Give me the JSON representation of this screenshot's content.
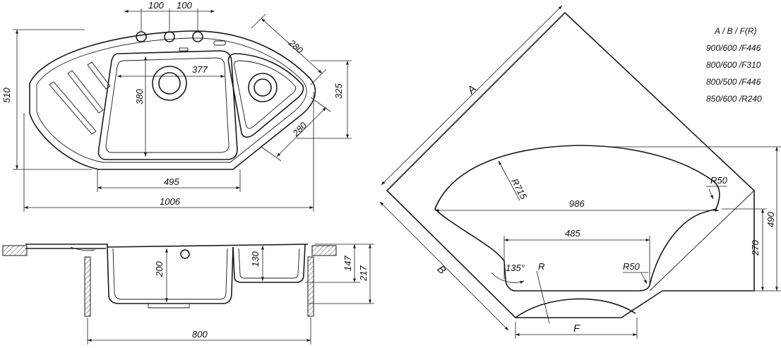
{
  "top_view": {
    "dim_tap_1": "100",
    "dim_tap_2": "100",
    "dim_bowl_diag": "280",
    "dim_bowl_width": "377",
    "dim_bowl_depth": "380",
    "dim_side_depth": "325",
    "dim_side_diag": "280",
    "dim_total_depth": "510",
    "dim_bottom_width": "495",
    "dim_total_width": "1006"
  },
  "section_view": {
    "dim_bowl_height": "200",
    "dim_small_height": "130",
    "dim_rim_height_1": "147",
    "dim_rim_height_2": "217",
    "dim_cabinet_width": "800"
  },
  "cabinet_view": {
    "label_a": "A",
    "label_b": "B",
    "label_f": "F",
    "dim_radius_large": "R715",
    "dim_radius_r50_top": "R50",
    "dim_radius_r50_bottom": "R50",
    "dim_radius_r": "R",
    "dim_cutout_width": "986",
    "dim_inner_width": "485",
    "dim_angle": "135°",
    "dim_height_270": "270",
    "dim_height_490": "490"
  },
  "legend": {
    "header": "A / B / F(R)",
    "rows": [
      "900/600 /F446",
      "800/600 /F310",
      "800/500 /F446",
      "850/600 /R240"
    ]
  }
}
